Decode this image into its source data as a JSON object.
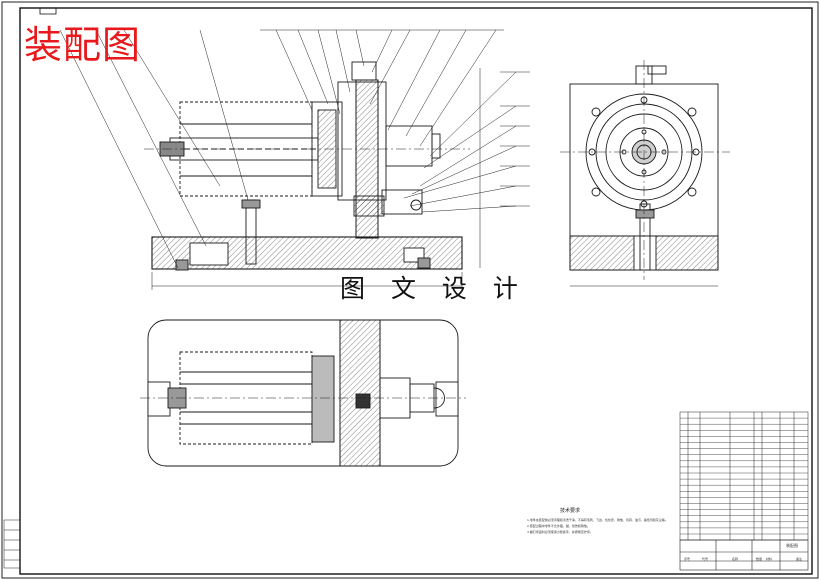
{
  "stamp_title": "装配图",
  "watermark_caption": "图 文 设 计",
  "tech_requirements_title": "技术要求",
  "tech_notes": [
    "1.零件在装配前必须清理和清洗干净，不得有毛刺、飞边、氧化皮、锈蚀、切屑、油污、着色剂和灰尘等。",
    "2.装配过程中零件不允许磕、碰、划伤和锈蚀。",
    "3.螺钉紧固时必须使用力矩扳手，并按规定拧紧。"
  ],
  "title_block": {
    "drawing_name": "装配图",
    "headers": [
      "序号",
      "代号",
      "名称",
      "数量",
      "材料",
      "备注"
    ]
  },
  "colors": {
    "line": "#1a1a1a",
    "stamp": "#e8191c",
    "hatch": "#333333"
  }
}
